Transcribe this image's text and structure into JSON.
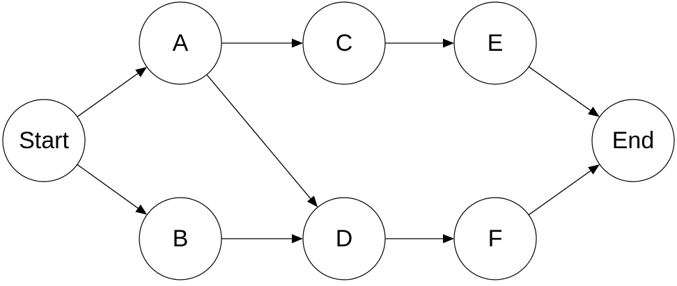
{
  "diagram": {
    "type": "directed-network",
    "nodes": [
      {
        "id": "start",
        "label": "Start"
      },
      {
        "id": "a",
        "label": "A"
      },
      {
        "id": "b",
        "label": "B"
      },
      {
        "id": "c",
        "label": "C"
      },
      {
        "id": "d",
        "label": "D"
      },
      {
        "id": "e",
        "label": "E"
      },
      {
        "id": "f",
        "label": "F"
      },
      {
        "id": "end",
        "label": "End"
      }
    ],
    "edges": [
      {
        "from": "start",
        "to": "a"
      },
      {
        "from": "start",
        "to": "b"
      },
      {
        "from": "a",
        "to": "c"
      },
      {
        "from": "a",
        "to": "d"
      },
      {
        "from": "b",
        "to": "d"
      },
      {
        "from": "c",
        "to": "e"
      },
      {
        "from": "d",
        "to": "f"
      },
      {
        "from": "e",
        "to": "end"
      },
      {
        "from": "f",
        "to": "end"
      }
    ],
    "colors": {
      "stroke": "#000000",
      "fill": "#ffffff",
      "background": "#ffffff"
    }
  }
}
